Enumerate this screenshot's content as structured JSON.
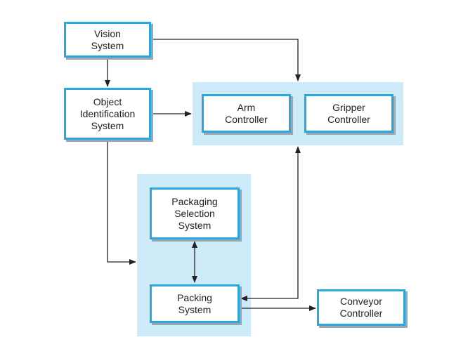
{
  "colors": {
    "box_border": "#29a8e0",
    "group_fill": "#cdeaf8",
    "connector": "#222222",
    "text": "#222222"
  },
  "nodes": {
    "vision_system": {
      "label": "Vision\nSystem"
    },
    "object_identification_system": {
      "label": "Object\nIdentification\nSystem"
    },
    "arm_controller": {
      "label": "Arm\nController"
    },
    "gripper_controller": {
      "label": "Gripper\nController"
    },
    "packaging_selection_system": {
      "label": "Packaging\nSelection\nSystem"
    },
    "packing_system": {
      "label": "Packing\nSystem"
    },
    "conveyor_controller": {
      "label": "Conveyor\nController"
    }
  },
  "edges": [
    {
      "from": "vision_system",
      "to": "object_identification_system",
      "arrow": "end"
    },
    {
      "from": "vision_system",
      "to": "controllers_group",
      "arrow": "end"
    },
    {
      "from": "object_identification_system",
      "to": "controllers_group",
      "arrow": "end"
    },
    {
      "from": "object_identification_system",
      "to": "packaging_group",
      "arrow": "end"
    },
    {
      "from": "packaging_selection_system",
      "to": "packing_system",
      "arrow": "both"
    },
    {
      "from": "packing_system",
      "to": "controllers_group",
      "arrow": "both"
    },
    {
      "from": "packing_system",
      "to": "conveyor_controller",
      "arrow": "end"
    }
  ]
}
